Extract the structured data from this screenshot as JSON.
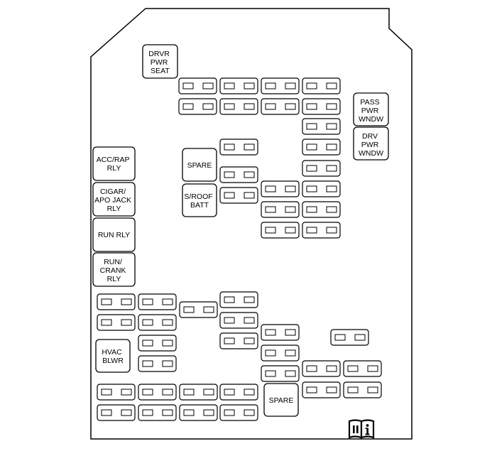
{
  "relays": [
    {
      "id": "drvr-pwr-seat",
      "lines": [
        "DRVR",
        "PWR",
        "SEAT"
      ]
    },
    {
      "id": "pass-pwr-wndw",
      "lines": [
        "PASS",
        "PWR",
        "WNDW"
      ]
    },
    {
      "id": "drv-pwr-wndw",
      "lines": [
        "DRV",
        "PWR",
        "WNDW"
      ]
    },
    {
      "id": "acc-rap-rly",
      "lines": [
        "ACC/RAP",
        "RLY"
      ]
    },
    {
      "id": "cigar-apo-jack-rly",
      "lines": [
        "CIGAR/",
        "APO JACK",
        "RLY"
      ]
    },
    {
      "id": "run-rly",
      "lines": [
        "RUN RLY"
      ]
    },
    {
      "id": "run-crank-rly",
      "lines": [
        "RUN/",
        "CRANK",
        "RLY"
      ]
    },
    {
      "id": "hvac-blwr",
      "lines": [
        "HVAC",
        "BLWR"
      ]
    },
    {
      "id": "spare-upper",
      "lines": [
        "SPARE"
      ]
    },
    {
      "id": "s-roof-batt",
      "lines": [
        "S/ROOF",
        "BATT"
      ]
    },
    {
      "id": "spare-lower",
      "lines": [
        "SPARE"
      ]
    }
  ],
  "icons": {
    "manual": "manual-info-icon"
  }
}
